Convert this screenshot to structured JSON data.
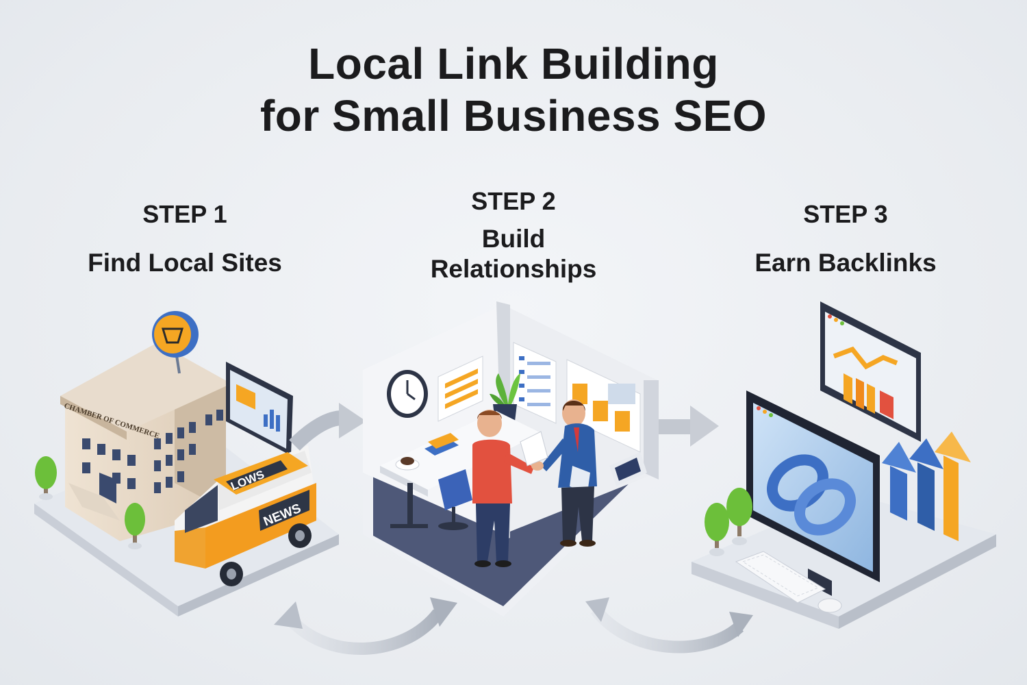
{
  "title": {
    "line1": "Local Link Building",
    "line2": "for Small Business SEO"
  },
  "steps": [
    {
      "number": "STEP 1",
      "name": "Find Local Sites"
    },
    {
      "number": "STEP 2",
      "name_line1": "Build",
      "name_line2": "Relationships"
    },
    {
      "number": "STEP 3",
      "name": "Earn Backlinks"
    }
  ],
  "illustration_text": {
    "building_sign": "CHAMBER OF COMMERCE",
    "van_roof_sign": "LOWS",
    "van_side_sign": "NEWS"
  },
  "colors": {
    "accent_orange": "#f5a623",
    "accent_blue": "#3d6fc4",
    "shirt_red": "#e2513f",
    "suit_blue": "#2f5ea8",
    "platform": "#dfe3e9",
    "floor": "#4e5878"
  }
}
